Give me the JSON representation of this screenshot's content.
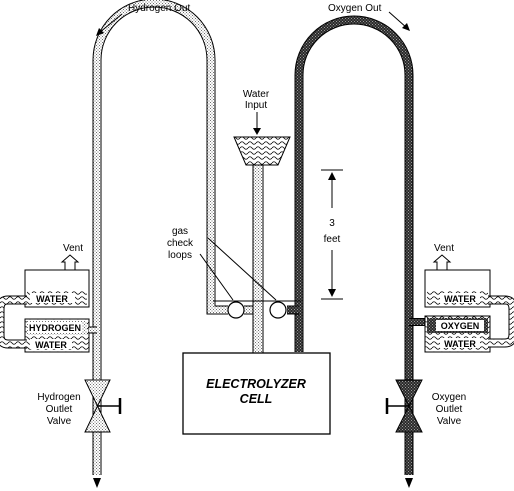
{
  "labels": {
    "hydrogen_out": "Hydrogen Out",
    "oxygen_out": "Oxygen Out",
    "water_input_line1": "Water",
    "water_input_line2": "Input",
    "gas_line1": "gas",
    "gas_line2": "check",
    "gas_line3": "loops",
    "height_value": "3",
    "height_unit": "feet",
    "vent_left": "Vent",
    "vent_right": "Vent",
    "cell_line1": "ELECTROLYZER",
    "cell_line2": "CELL",
    "h2_valve_line1": "Hydrogen",
    "h2_valve_line2": "Outlet",
    "h2_valve_line3": "Valve",
    "o2_valve_line1": "Oxygen",
    "o2_valve_line2": "Outlet",
    "o2_valve_line3": "Valve"
  },
  "tanks": {
    "left_upper": "WATER",
    "left_hydrogen": "HYDROGEN",
    "left_lower": "WATER",
    "right_upper": "WATER",
    "right_oxygen": "OXYGEN",
    "right_lower": "WATER"
  },
  "colors": {
    "hydrogen_fill": "#d6d6d6",
    "oxygen_fill": "#3a3a3a",
    "water_fill": "#ffffff",
    "line": "#000000"
  }
}
